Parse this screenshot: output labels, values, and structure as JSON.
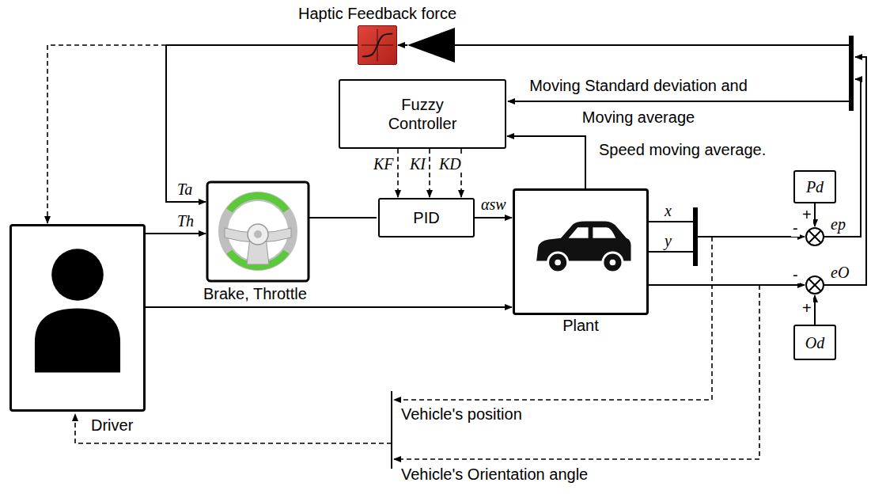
{
  "diagram": {
    "nodes": [
      {
        "text": [
          "Haptic Feedback force"
        ]
      },
      {
        "text": [
          "Fuzzy Controller"
        ]
      },
      {
        "text": [
          "PID"
        ]
      },
      {
        "text": [
          "Plant"
        ]
      },
      {
        "text": [
          "Pd"
        ]
      },
      {
        "text": [
          "Od"
        ]
      },
      {
        "text": [
          "Driver"
        ]
      }
    ],
    "edges": [
      {
        "from": 1,
        "to": 2,
        "label": "KF",
        "arrow": "to"
      },
      {
        "from": 1,
        "to": 2,
        "label": "KI",
        "arrow": "to"
      },
      {
        "from": 1,
        "to": 2,
        "label": "KD",
        "arrow": "to"
      },
      {
        "from": 2,
        "to": 3,
        "label": "αsw",
        "arrow": "to"
      },
      {
        "from": 3,
        "to": 1,
        "label": "Speed moving average.",
        "arrow": "to"
      },
      {
        "from": 6,
        "to": 3,
        "label": "Brake, Throttle",
        "arrow": "to"
      },
      {
        "from": 0,
        "to": 6,
        "arrow": "to"
      }
    ],
    "labels": [
      "Ta",
      "Th",
      "x",
      "y",
      "+",
      "-",
      "ep",
      "+",
      "-",
      "eO",
      "Moving Standard deviation and Moving average",
      "Vehicle's position",
      "Vehicle's Orientation angle"
    ]
  }
}
